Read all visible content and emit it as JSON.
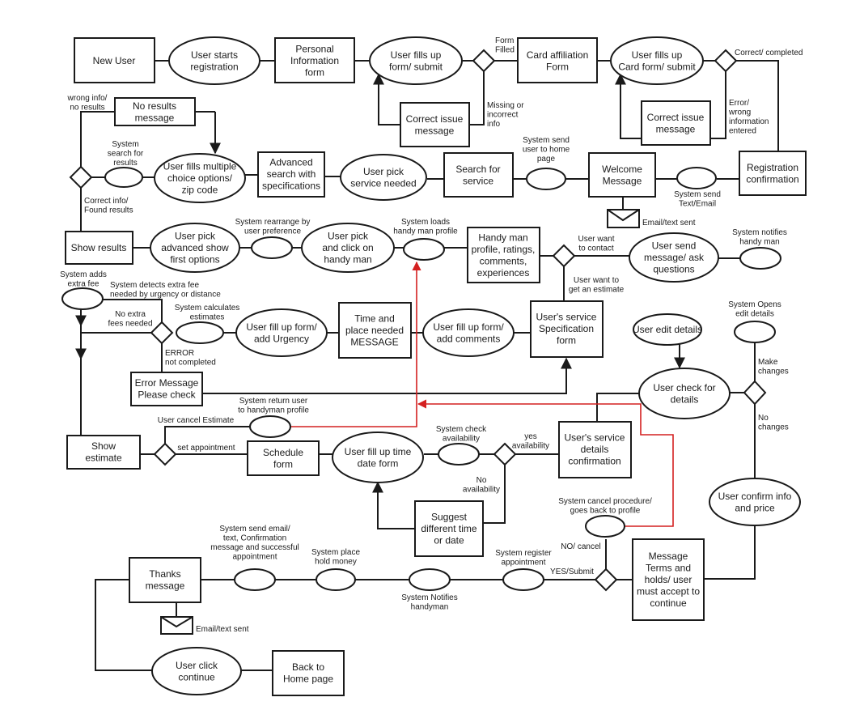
{
  "nodes": {
    "new_user": "New User",
    "user_starts_registration": "User starts\nregistration",
    "personal_info_form": "Personal\nInformation\nform",
    "user_fills_form_submit": "User fills up\nform/ submit",
    "card_affiliation_form": "Card affiliation\nForm",
    "user_fills_card_form": "User fills up\nCard form/ submit",
    "correct_issue_message_1": "Correct issue\nmessage",
    "correct_issue_message_2": "Correct issue\nmessage",
    "no_results_message": "No results\nmessage",
    "user_fills_multiple_choice": "User fills multiple\nchoice options/\nzip code",
    "advanced_search": "Advanced\nsearch with\nspecifications",
    "user_pick_service": "User pick\nservice needed",
    "search_for_service": "Search for\nservice",
    "welcome_message": "Welcome\nMessage",
    "registration_confirmation": "Registration\nconfirmation",
    "show_results": "Show results",
    "user_pick_advanced_show": "User pick\nadvanced show\nfirst options",
    "user_pick_handyman": "User pick\nand click on\nhandy man",
    "handyman_profile": "Handy man\nprofile, ratings,\ncomments,\nexperiences",
    "user_send_message": "User send\nmessage/ ask\nquestions",
    "user_fill_urgency": "User fill up form/\nadd Urgency",
    "time_place_message": "Time and\nplace needed\nMESSAGE",
    "user_fill_comments": "User fill up form/\nadd comments",
    "service_spec_form": "User's service\nSpecification\nform",
    "user_edit_details": "User edit details",
    "error_message": "Error Message\nPlease check",
    "user_check_details": "User check for\ndetails",
    "show_estimate": "Show\nestimate",
    "schedule_form": "Schedule\nform",
    "user_fill_time_date": "User fill up time\ndate form",
    "service_details_confirmation": "User's service\ndetails\nconfirmation",
    "suggest_time_date": "Suggest\ndifferent time\nor date",
    "user_confirm_info": "User confirm info\nand price",
    "message_terms": "Message\nTerms and\nholds/ user\nmust accept to\ncontinue",
    "thanks_message": "Thanks\nmessage",
    "user_click_continue": "User click\ncontinue",
    "back_home": "Back to\nHome page"
  },
  "labels": {
    "form_filled": "Form\nFilled",
    "missing_info": "Missing or\nincorrect\ninfo",
    "correct_completed": "Correct/ completed",
    "error_wrong_info": "Error/\nwrong\ninformation\nentered",
    "wrong_info_no_results": "wrong info/\nno results",
    "system_search_results": "System\nsearch for\nresults",
    "correct_info_found": "Correct info/\nFound results",
    "system_send_home": "System send\nuser to home\npage",
    "system_send_text_email": "System send\nText/Email",
    "email_text_sent_1": "Email/text sent",
    "system_rearrange": "System rearrange by\nuser preference",
    "system_loads_profile": "System loads\nhandy man profile",
    "user_want_contact": "User want\nto contact",
    "user_want_estimate": "User want to\nget an estimate",
    "system_notifies_handyman_1": "System notifies\nhandy man",
    "system_adds_fee": "System adds\nextra fee",
    "system_detects_fee": "System detects extra fee\nneeded by urgency or distance",
    "no_extra_fees": "No extra\nfees needed",
    "system_calculates": "System calculates\nestimates",
    "error_not_completed": "ERROR\nnot completed",
    "system_opens_edit": "System Opens\nedit details",
    "make_changes": "Make\nchanges",
    "no_changes": "No\nchanges",
    "system_return_user": "System return user\nto handyman profile",
    "user_cancel_estimate": "User cancel Estimate",
    "set_appointment": "set appointment",
    "system_check_availability": "System check\navailability",
    "yes_availability": "yes\navailability",
    "no_availability": "No\navailability",
    "system_cancel_procedure": "System cancel procedure/\ngoes back to profile",
    "no_cancel": "NO/ cancel",
    "yes_submit": "YES/Submit",
    "system_send_email_confirmation": "System send email/\ntext, Confirmation\nmessage and successful\nappointment",
    "system_place_hold": "System place\nhold money",
    "system_notifies_handyman_2": "System Notifies\nhandyman",
    "system_register_appointment": "System register\nappointment",
    "email_text_sent_2": "Email/text sent"
  },
  "colors": {
    "stroke": "#1a1a1a",
    "fill": "#ffffff",
    "return_arrow": "#d42020"
  }
}
